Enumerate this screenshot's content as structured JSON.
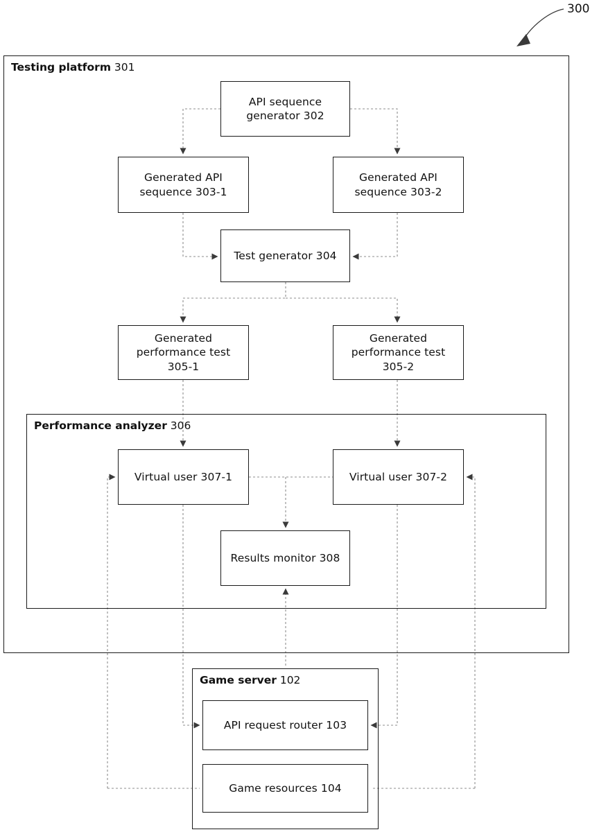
{
  "figure": {
    "reference_number": "300",
    "leader_icon": "curved-leader-arrow-icon"
  },
  "testing_platform": {
    "caption_name": "Testing platform",
    "caption_number": "301",
    "api_sequence_generator": {
      "line1": "API sequence",
      "line2": "generator 302",
      "number": "302"
    },
    "generated_api_sequences": [
      {
        "line1": "Generated API",
        "line2": "sequence 303-1",
        "number": "303-1"
      },
      {
        "line1": "Generated API",
        "line2": "sequence 303-2",
        "number": "303-2"
      }
    ],
    "test_generator": {
      "line1": "Test generator 304",
      "number": "304"
    },
    "generated_performance_tests": [
      {
        "line1": "Generated",
        "line2": "performance test",
        "line3": "305-1",
        "number": "305-1"
      },
      {
        "line1": "Generated",
        "line2": "performance test",
        "line3": "305-2",
        "number": "305-2"
      }
    ],
    "performance_analyzer": {
      "caption_name": "Performance analyzer",
      "caption_number": "306",
      "virtual_users": [
        {
          "line1": "Virtual user 307-1",
          "number": "307-1"
        },
        {
          "line1": "Virtual user 307-2",
          "number": "307-2"
        }
      ],
      "results_monitor": {
        "line1": "Results monitor 308",
        "number": "308"
      }
    }
  },
  "game_server": {
    "caption_name": "Game server",
    "caption_number": "102",
    "api_request_router": {
      "line1": "API request router 103",
      "number": "103"
    },
    "game_resources": {
      "line1": "Game resources 104",
      "number": "104"
    }
  },
  "colors": {
    "stroke": "#1a1a1a",
    "wire": "#8c8c8c",
    "text": "#111111",
    "background": "#ffffff"
  }
}
